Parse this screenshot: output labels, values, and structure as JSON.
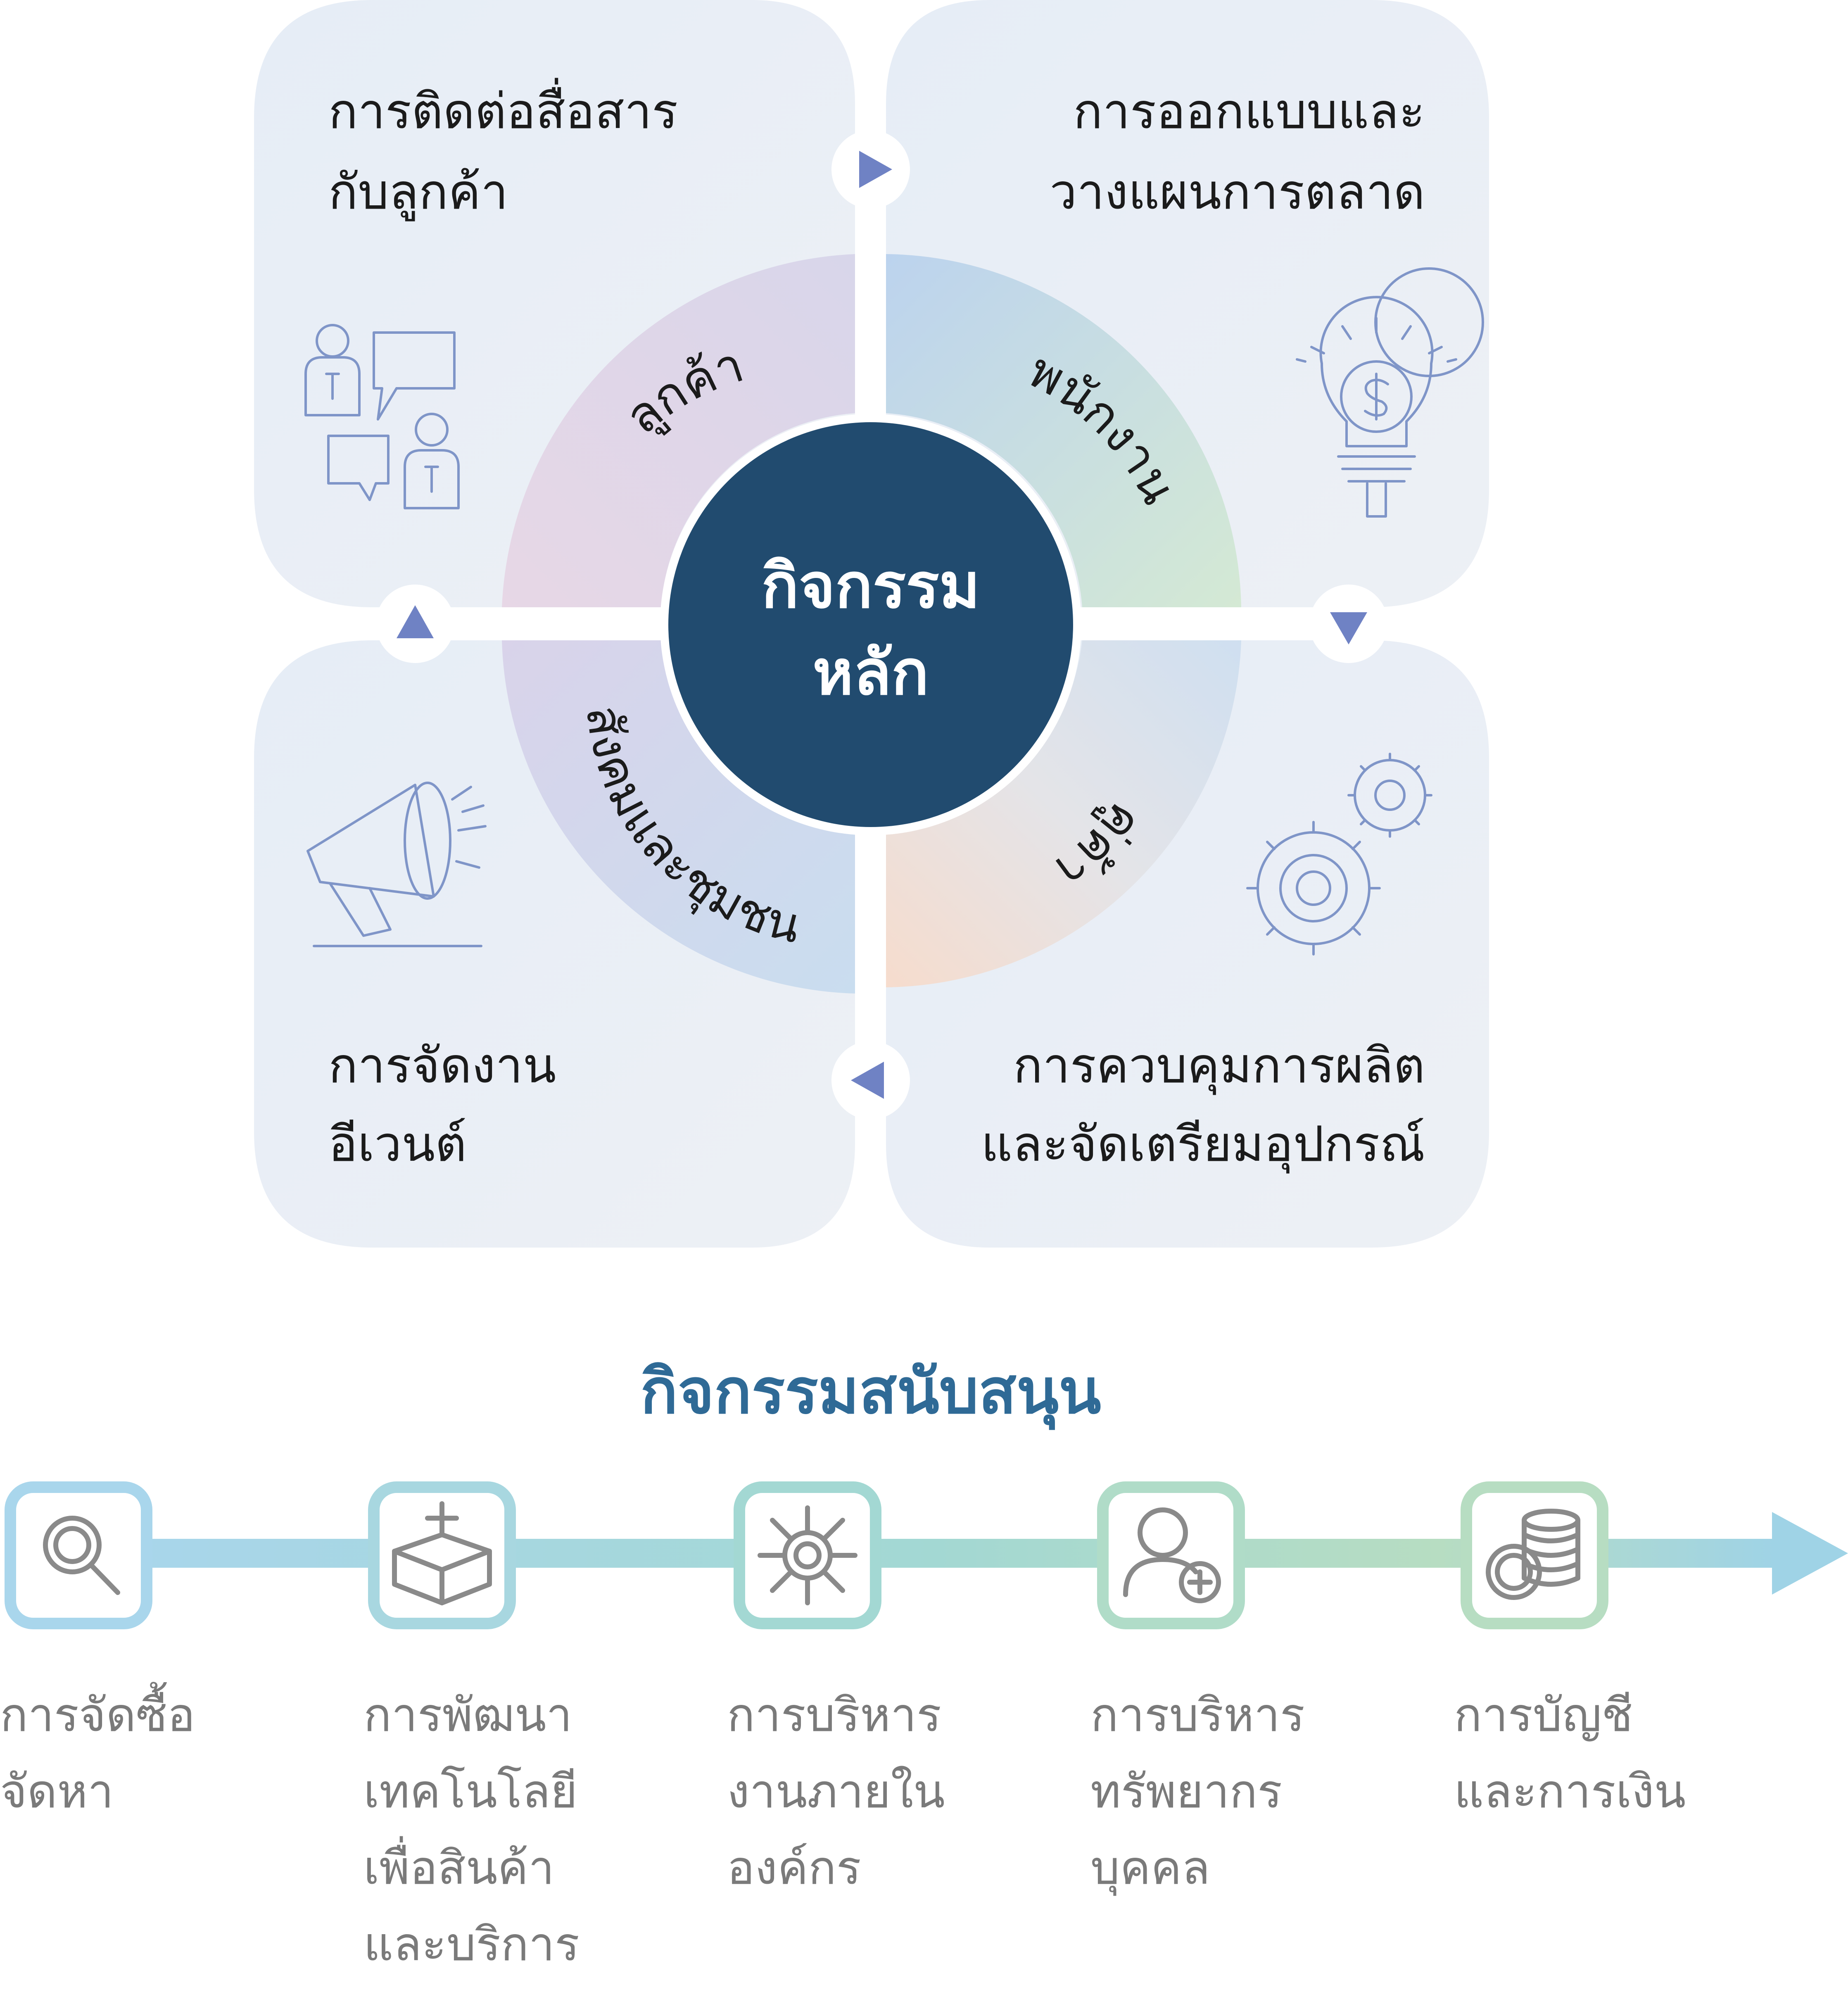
{
  "core": {
    "center_line1": "กิจกรรม",
    "center_line2": "หลัก",
    "ring": {
      "top_left": "ลูกค้า",
      "top_right": "พนักงาน",
      "bottom_right": "คู่ค้า",
      "bottom_left": "สังคมและชุมชน"
    },
    "quadrants": {
      "top_left": {
        "line1": "การติดต่อสื่อสาร",
        "line2": "กับลูกค้า",
        "icon": "customer-communication-icon"
      },
      "top_right": {
        "line1": "การออกแบบและ",
        "line2": "วางแผนการตลาด",
        "icon": "lightbulb-dollar-icon"
      },
      "bottom_right": {
        "line1": "การควบคุมการผลิต",
        "line2": "และจัดเตรียมอุปกรณ์",
        "icon": "gears-icon"
      },
      "bottom_left": {
        "line1": "การจัดงาน",
        "line2": "อีเวนต์",
        "icon": "megaphone-icon"
      }
    }
  },
  "support": {
    "title": "กิจกรรมสนับสนุน",
    "items": [
      {
        "lines": [
          "การจัดซื้อ",
          "จัดหา"
        ],
        "icon": "magnifier-icon"
      },
      {
        "lines": [
          "การพัฒนา",
          "เทคโนโลยี",
          "เพื่อสินค้า",
          "และบริการ"
        ],
        "icon": "box-plus-icon"
      },
      {
        "lines": [
          "การบริหาร",
          "งานภายใน",
          "องค์กร"
        ],
        "icon": "network-hub-icon"
      },
      {
        "lines": [
          "การบริหาร",
          "ทรัพยากร",
          "บุคคล"
        ],
        "icon": "user-add-icon"
      },
      {
        "lines": [
          "การบัญชี",
          "และการเงิน"
        ],
        "icon": "coins-icon"
      }
    ]
  },
  "colors": {
    "center_fill": "#214b6f",
    "title_color": "#2f6a96",
    "quadrant_fill": "#e9eef6",
    "arrow_marker": "#6f82c4",
    "support_text": "#7a7a7a"
  }
}
